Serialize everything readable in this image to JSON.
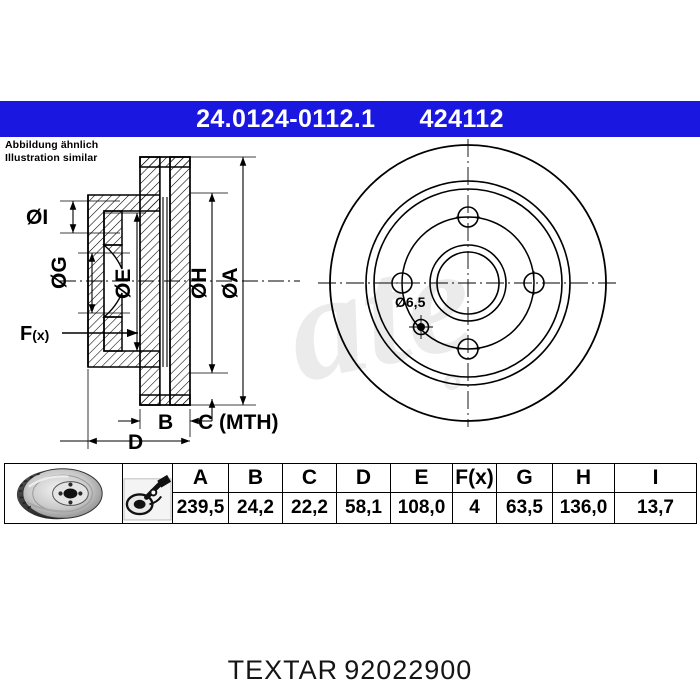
{
  "header": {
    "part_number": "24.0124-0112.1",
    "reference_number": "424112",
    "bar_color": "#1a18e0",
    "text_color": "#ffffff"
  },
  "note": {
    "line_de": "Abbildung ähnlich",
    "line_en": "Illustration similar"
  },
  "drawing": {
    "section_view": {
      "labels": {
        "dia_i": "ØI",
        "dia_g": "ØG",
        "dia_e": "ØE",
        "dia_h": "ØH",
        "dia_a": "ØA",
        "force": "F(x)",
        "dim_b": "B",
        "dim_c": "C (MTH)",
        "dim_d": "D"
      }
    },
    "face_view": {
      "bolt_hole_label": "Ø6,5",
      "bolt_hole_count": 4,
      "watermark": "ate"
    }
  },
  "table": {
    "headers": [
      "A",
      "B",
      "C",
      "D",
      "E",
      "F(x)",
      "G",
      "H",
      "I"
    ],
    "values": [
      "239,5",
      "24,2",
      "22,2",
      "58,1",
      "108,0",
      "4",
      "63,5",
      "136,0",
      "13,7"
    ],
    "row_icons": {
      "disc_photo": "brake-disc-photo",
      "gauge_icon": "micrometer-gauge-icon"
    }
  },
  "footer": {
    "brand": "TEXTAR",
    "code": "92022900"
  }
}
